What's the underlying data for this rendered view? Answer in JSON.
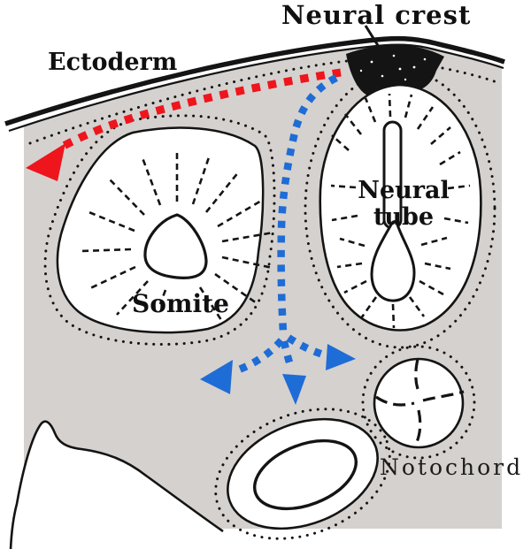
{
  "labels": {
    "neural_crest": "Neural crest",
    "ectoderm": "Ectoderm",
    "neural_tube": "Neural tube",
    "somite": "Somite",
    "notochord": "Notochord"
  },
  "colors": {
    "background": "#ffffff",
    "tissue_gray": "#d5d1ce",
    "ink": "#141414",
    "arrow_red": "#ee151d",
    "arrow_blue": "#1e6cd6"
  }
}
